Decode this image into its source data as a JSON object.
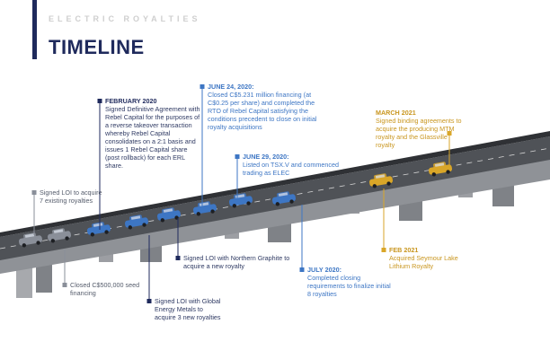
{
  "header": {
    "brand": "ELECTRIC ROYALTIES",
    "title": "TIMELINE"
  },
  "colors": {
    "navy": "#1f2a5c",
    "blue": "#3d76c4",
    "gold": "#d9a628",
    "gray": "#8a8f99"
  },
  "events": [
    {
      "id": "loi-7",
      "title": "",
      "text": "Signed LOI to acquire 7 existing royalties",
      "color": "gray"
    },
    {
      "id": "seed",
      "title": "",
      "text": "Closed C$500,000 seed financing",
      "color": "gray"
    },
    {
      "id": "feb-2020",
      "title": "FEBRUARY 2020",
      "text": "Signed Definitive Agreement with Rebel Capital for the purposes of a reverse takeover transaction whereby Rebel Capital consolidates on a 2:1 basis and issues 1 Rebel Capital share (post rollback) for each ERL share.",
      "color": "navy"
    },
    {
      "id": "global-energy",
      "title": "",
      "text": "Signed LOI with Global Energy Metals to acquire 3 new royalties",
      "color": "navy"
    },
    {
      "id": "northern-graphite",
      "title": "",
      "text": "Signed LOI with Northern Graphite to acquire a new royalty",
      "color": "navy"
    },
    {
      "id": "jun-24",
      "title": "JUNE 24, 2020:",
      "text": "Closed C$5.231 million financing (at C$0.25 per share) and completed the RTO of Rebel Capital satisfying the conditions precedent to close on initial royalty acquisitions",
      "color": "blue"
    },
    {
      "id": "jun-29",
      "title": "JUNE 29, 2020:",
      "text": "Listed on TSX.V and commenced trading as ELEC",
      "color": "blue"
    },
    {
      "id": "jul-2020",
      "title": "JULY 2020:",
      "text": "Completed closing requirements to finalize initial 8 royalties",
      "color": "blue"
    },
    {
      "id": "feb-2021",
      "title": "FEB 2021",
      "text": "Acquired Seymour Lake Lithium Royalty",
      "color": "gold"
    },
    {
      "id": "mar-2021",
      "title": "MARCH 2021",
      "text": "Signed binding agreements to acquire the producing MTM royalty and the Glassville royalty",
      "color": "gold"
    }
  ],
  "cars": [
    {
      "color": "gray"
    },
    {
      "color": "gray"
    },
    {
      "color": "blue"
    },
    {
      "color": "blue"
    },
    {
      "color": "blue"
    },
    {
      "color": "blue"
    },
    {
      "color": "blue"
    },
    {
      "color": "blue"
    },
    {
      "color": "gold"
    },
    {
      "color": "gold"
    }
  ]
}
